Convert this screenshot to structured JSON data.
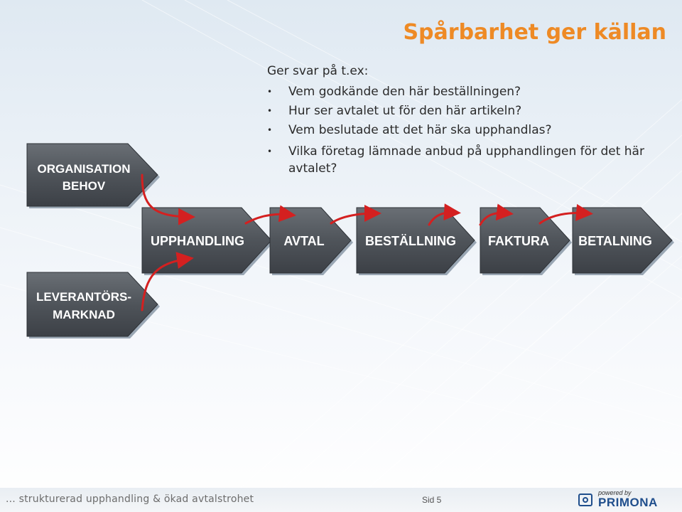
{
  "title": "Spårbarhet ger källan",
  "questions": {
    "heading": "Ger svar på t.ex:",
    "bullet_glyph": "•",
    "items": [
      "Vem godkände den här beställningen?",
      "Hur ser avtalet ut för den här artikeln?",
      "Vem beslutade att det här ska upphandlas?",
      "Vilka företag lämnade anbud på upphandlingen för det här avtalet?"
    ]
  },
  "diagram": {
    "organisation": {
      "line1": "ORGANISATION",
      "line2": "BEHOV"
    },
    "supplier": {
      "line1": "LEVERANTÖRS-",
      "line2": "MARKNAD"
    },
    "process_steps": [
      "UPPHANDLING",
      "AVTAL",
      "BESTÄLLNING",
      "FAKTURA",
      "BETALNING"
    ],
    "arrow_color": "#d42020",
    "shape_color": "#555a60"
  },
  "footer": {
    "tagline": "... strukturerad upphandling & ökad avtalstrohet",
    "page": "Sid 5",
    "logo_small": "powered by",
    "logo_name": "PRIMONA",
    "logo_icon": "primona-logo-icon"
  }
}
